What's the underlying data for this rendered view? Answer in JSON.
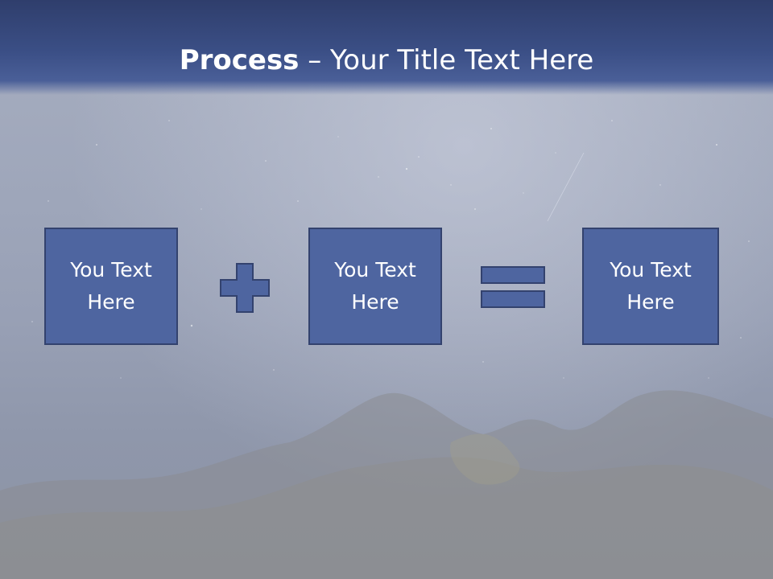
{
  "slide": {
    "title_bold": "Process",
    "title_rest": " – Your Title Text Here"
  },
  "process": {
    "boxes": [
      {
        "label": "You Text Here"
      },
      {
        "label": "You Text Here"
      },
      {
        "label": "You Text Here"
      }
    ],
    "operators": [
      "plus-icon",
      "equals-icon"
    ]
  },
  "colors": {
    "header": "#3b4f86",
    "box_fill": "#4e65a0",
    "box_border": "#33426e",
    "text": "#ffffff"
  }
}
